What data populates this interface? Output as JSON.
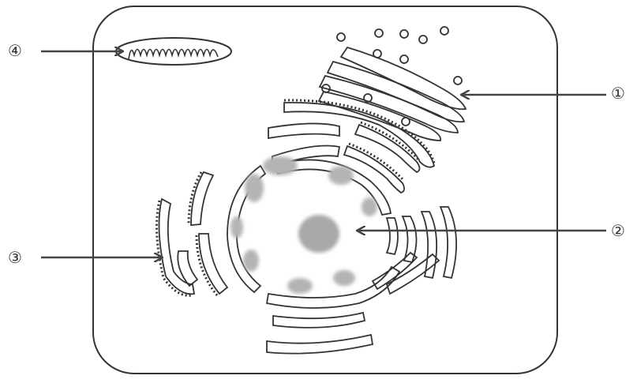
{
  "labels": {
    "organelle_1": "①",
    "organelle_2": "②",
    "organelle_3": "③",
    "organelle_4": "④"
  },
  "colors": {
    "stroke": "#333333",
    "chromatin": "#b4b4b4",
    "background": "#ffffff"
  }
}
